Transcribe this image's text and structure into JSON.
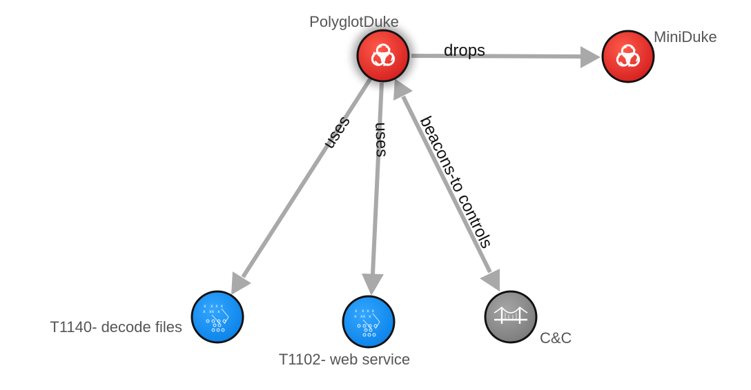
{
  "graph": {
    "nodes": [
      {
        "id": "polyglotduke",
        "label": "PolyglotDuke",
        "kind": "malware",
        "icon": "biohazard-icon",
        "color": "#e32b2b",
        "selected": true
      },
      {
        "id": "miniduke",
        "label": "MiniDuke",
        "kind": "malware",
        "icon": "biohazard-icon",
        "color": "#e32b2b"
      },
      {
        "id": "t1140",
        "label": "T1140- decode files",
        "kind": "attack-pattern",
        "icon": "attack-pattern-icon",
        "color": "#0a8cf0"
      },
      {
        "id": "t1102",
        "label": "T1102- web service",
        "kind": "attack-pattern",
        "icon": "attack-pattern-icon",
        "color": "#0a8cf0"
      },
      {
        "id": "cc",
        "label": "C&C",
        "kind": "infrastructure",
        "icon": "bridge-icon",
        "color": "#8a8a8a"
      }
    ],
    "edges": [
      {
        "id": "drops",
        "from": "polyglotduke",
        "to": "miniduke",
        "label": "drops",
        "direction": "forward"
      },
      {
        "id": "uses-t1140",
        "from": "polyglotduke",
        "to": "t1140",
        "label": "uses",
        "direction": "forward"
      },
      {
        "id": "uses-t1102",
        "from": "polyglotduke",
        "to": "t1102",
        "label": "uses",
        "direction": "forward"
      },
      {
        "id": "beacons",
        "from": "polyglotduke",
        "to": "cc",
        "label": "beacons-to controls",
        "direction": "both"
      }
    ]
  },
  "colors": {
    "edge": "#a9a9a9",
    "malware": "#e32b2b",
    "attack_pattern": "#0a8cf0",
    "infrastructure": "#8a8a8a"
  }
}
